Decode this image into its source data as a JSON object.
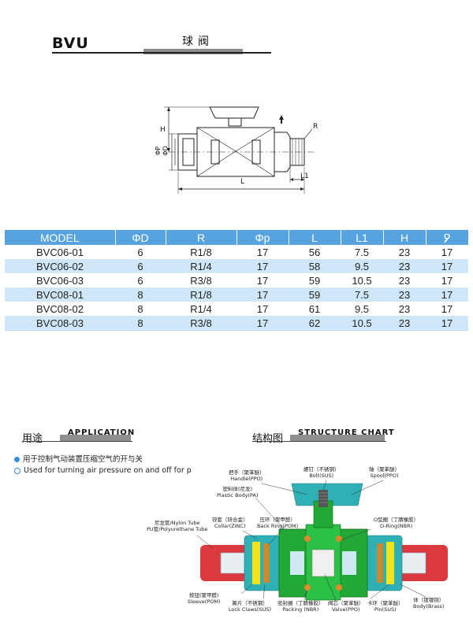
{
  "header": {
    "series": "BVU",
    "title_cn": "球阀"
  },
  "drawing": {
    "dim_h": "H",
    "dim_p": "ΦP",
    "dim_d": "ΦD",
    "dim_l": "L",
    "dim_l1": "L1",
    "dim_r": "R"
  },
  "table": {
    "headers": [
      "MODEL",
      "ΦD",
      "R",
      "Φp",
      "L",
      "L1",
      "H",
      "wrench-icon"
    ],
    "rows": [
      [
        "BVC06-01",
        "6",
        "R1/8",
        "17",
        "56",
        "7.5",
        "23",
        "17"
      ],
      [
        "BVC06-02",
        "6",
        "R1/4",
        "17",
        "58",
        "9.5",
        "23",
        "17"
      ],
      [
        "BVC06-03",
        "6",
        "R3/8",
        "17",
        "59",
        "10.5",
        "23",
        "17"
      ],
      [
        "BVC08-01",
        "8",
        "R1/8",
        "17",
        "59",
        "7.5",
        "23",
        "17"
      ],
      [
        "BVC08-02",
        "8",
        "R1/4",
        "17",
        "61",
        "9.5",
        "23",
        "17"
      ],
      [
        "BVC08-03",
        "8",
        "R3/8",
        "17",
        "62",
        "10.5",
        "23",
        "17"
      ]
    ]
  },
  "application": {
    "title_cn": "用途",
    "title_en": "APPLICATION",
    "line_cn": "用于控制气动装置压缩空气的开与关",
    "line_en": "Used for turning air pressure on and off for p"
  },
  "structure": {
    "title_cn": "结构图",
    "title_en": "STRUCTURE CHART",
    "labels": {
      "handle": "把手（聚苯醚）\nHandle(PPO)",
      "bolt": "螺钉（不锈钢）\nBolt(SUS)",
      "spool": "轴（聚苯醚）\nSpool(PPO)",
      "plastic_body": "塑料体(尼龙)\nPlastic Body(PA)",
      "collar": "锌套（锌合金）\nCollar(ZINC)",
      "back_ring": "压环（聚甲醛）\nBack Ring(POM)",
      "o_ring": "O型圈（丁腈橡胶）\nO-Ring(NBR)",
      "tube": "尼龙管/Nylon Tube\nPU管/Polyurethane Tube",
      "sleeve": "按钮(聚甲醛)\nSleeve(POM)",
      "lock_claws": "簧片（不锈钢）\nLock Claws(SUS)",
      "packing": "密封圈（丁腈橡胶）\nPacking (NBR)",
      "valve": "阀芯（聚苯醚）\nValve(PPO)",
      "pin": "卡环（聚苯醚）\nPin(SUS)",
      "body": "体（镀镍铜）\nBody(Brass)"
    }
  },
  "colors": {
    "table_header": "#56a3e0",
    "row_alt": "#cfe7f8",
    "teal": "#2fb0b5",
    "green": "#22a836",
    "tube_red": "#d9393f",
    "yellow": "#f3e31a"
  }
}
